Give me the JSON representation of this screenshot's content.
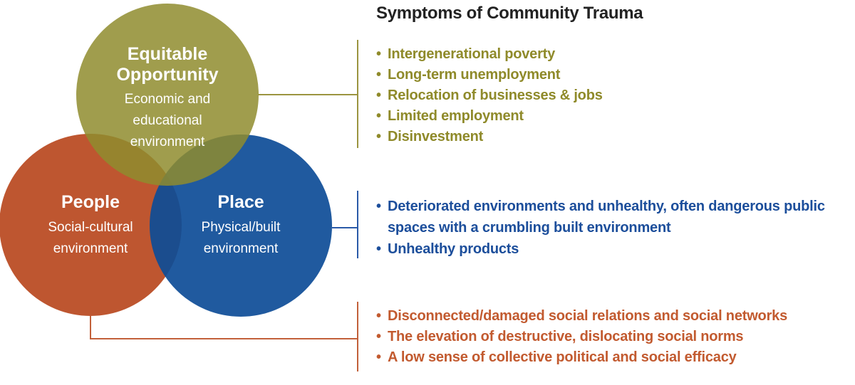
{
  "title": "Symptoms of Community Trauma",
  "colors": {
    "opportunity": "#8f8a2a",
    "place": "#1c4e9b",
    "people": "#c25a2f",
    "title": "#222222"
  },
  "circles": {
    "opportunity": {
      "title_line1": "Equitable",
      "title_line2": "Opportunity",
      "desc_line1": "Economic and",
      "desc_line2": "educational",
      "desc_line3": "environment"
    },
    "people": {
      "title": "People",
      "desc_line1": "Social-cultural",
      "desc_line2": "environment"
    },
    "place": {
      "title": "Place",
      "desc_line1": "Physical/built",
      "desc_line2": "environment"
    }
  },
  "symptoms": {
    "opportunity": [
      "Intergenerational poverty",
      "Long-term unemployment",
      "Relocation of businesses & jobs",
      "Limited employment",
      "Disinvestment"
    ],
    "place": [
      "Deteriorated environments and unhealthy, often dangerous public spaces with a crumbling built environment",
      "Unhealthy products"
    ],
    "people": [
      "Disconnected/damaged social relations and social networks",
      "The elevation of destructive, dislocating social norms",
      "A low sense of collective political and social efficacy"
    ]
  }
}
